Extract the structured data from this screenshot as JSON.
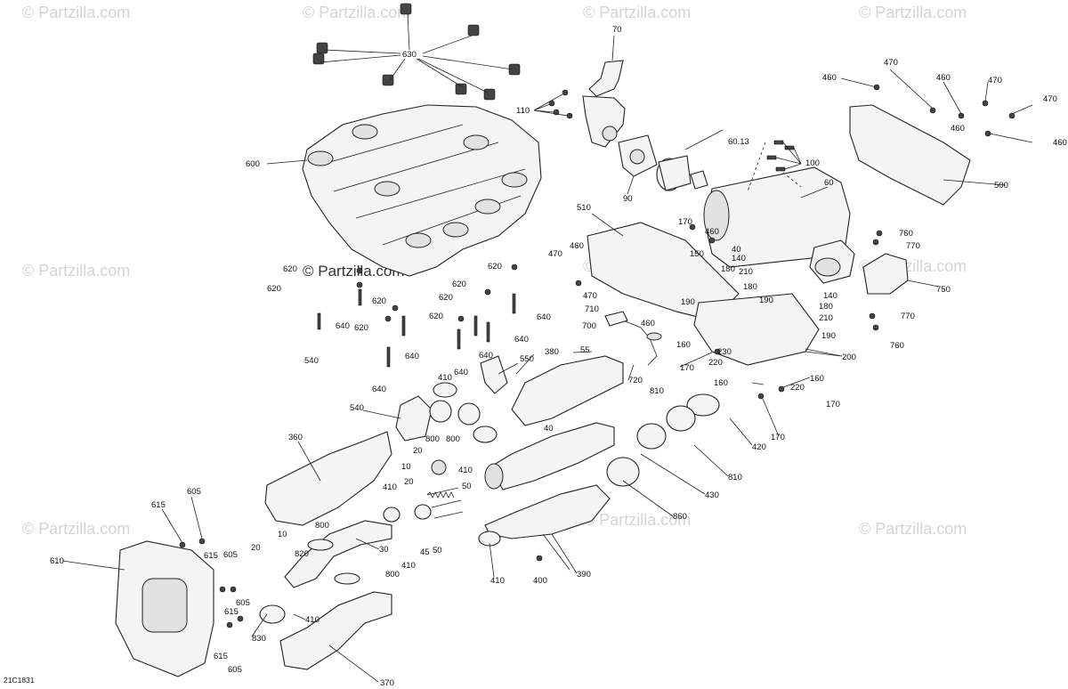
{
  "watermark": "© Partzilla.com",
  "drawing_code": "21C1831",
  "labels": {
    "l630": "630",
    "l70": "70",
    "l110": "110",
    "l600": "600",
    "l90": "90",
    "l6013": "60.13",
    "l100": "100",
    "l60": "60",
    "l460": "460",
    "l470": "470",
    "l500": "500",
    "l510": "510",
    "l170": "170",
    "l40": "40",
    "l150": "150",
    "l140": "140",
    "l180": "180",
    "l210": "210",
    "l190": "190",
    "l760": "760",
    "l770": "770",
    "l750": "750",
    "l620": "620",
    "l640": "640",
    "l540": "540",
    "l710": "710",
    "l700": "700",
    "l55": "55",
    "l720": "720",
    "l200": "200",
    "l230": "230",
    "l220": "220",
    "l160": "160",
    "l380": "380",
    "l550": "550",
    "l410": "410",
    "l800": "800",
    "l420": "420",
    "l810": "810",
    "l360": "360",
    "l20": "20",
    "l10": "10",
    "l50": "50",
    "l45": "45",
    "l430": "430",
    "l860": "860",
    "l390": "390",
    "l400": "400",
    "l30": "30",
    "l820": "820",
    "l605": "605",
    "l615": "615",
    "l610": "610",
    "l830": "830",
    "l370": "370"
  }
}
